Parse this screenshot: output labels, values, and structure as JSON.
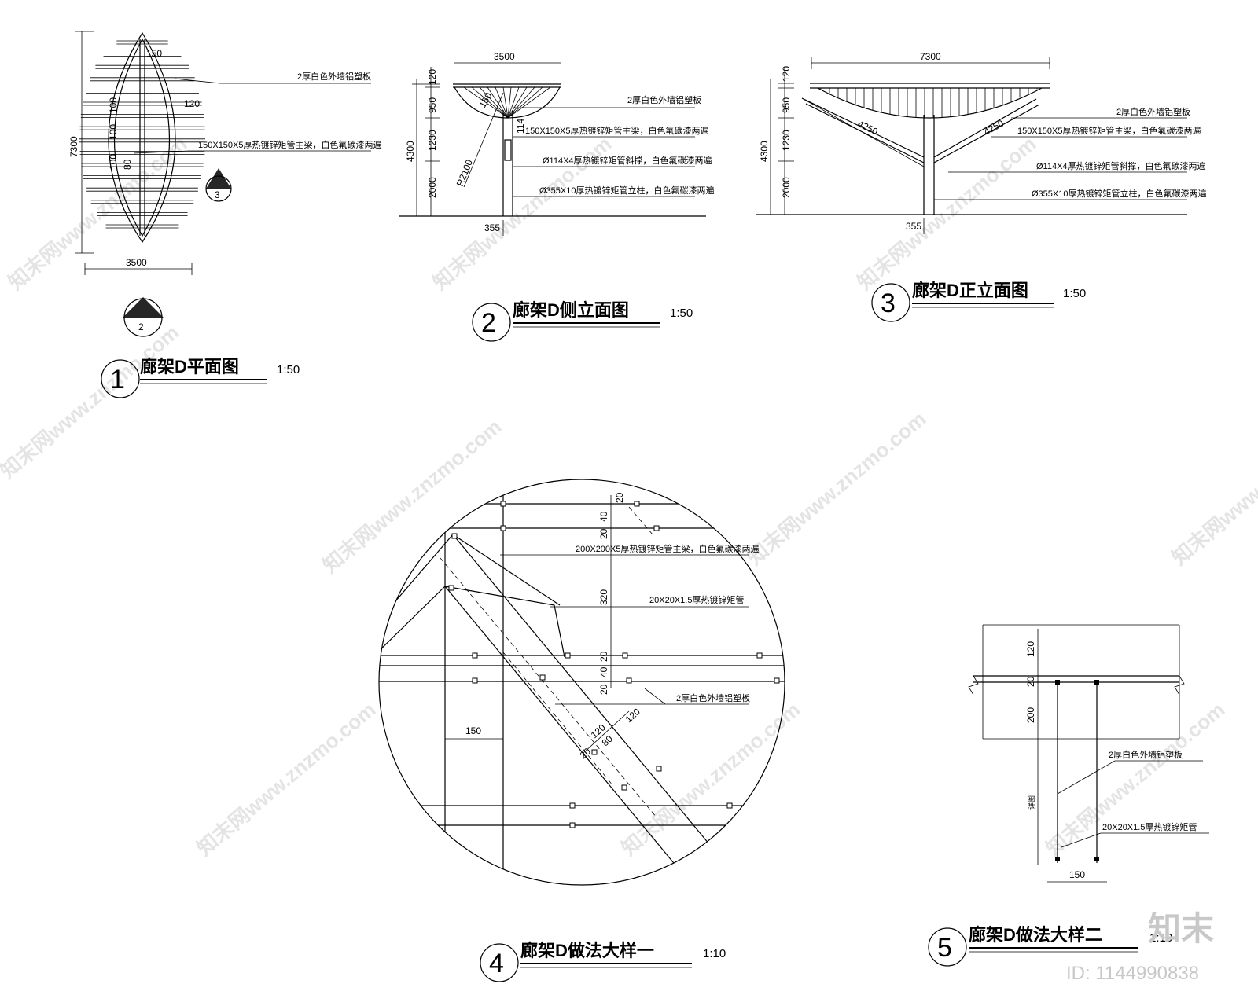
{
  "watermark": {
    "text": "知末网www.znzmo.com"
  },
  "brand": {
    "logo": "知末",
    "id_label": "ID: 1144990838"
  },
  "drawing1": {
    "number": "1",
    "title": "廊架D平面图",
    "scale": "1:50",
    "dims": {
      "height": "7300",
      "width": "3500",
      "d150": "150",
      "d120": "120",
      "d100a": "100",
      "d100b": "100",
      "d100c": "100",
      "d80": "80"
    },
    "notes": {
      "panel": "2厚白色外墙铝塑板",
      "beam": "150X150X5厚热镀锌矩管主梁，白色氟碳漆两遍"
    },
    "callouts": {
      "c2": "2",
      "c3": "3"
    }
  },
  "drawing2": {
    "number": "2",
    "title": "廊架D侧立面图",
    "scale": "1:50",
    "dims": {
      "width": "3500",
      "d120": "120",
      "d950": "950",
      "d1230": "1230",
      "d2000": "2000",
      "total": "4300",
      "col": "355",
      "radius": "R2100",
      "d150": "150",
      "d114": "114"
    },
    "notes": {
      "panel": "2厚白色外墙铝塑板",
      "beam": "150X150X5厚热镀锌矩管主梁，白色氟碳漆两遍",
      "brace": "Ø114X4厚热镀锌矩管斜撑，白色氟碳漆两遍",
      "column": "Ø355X10厚热镀锌矩管立柱，白色氟碳漆两遍"
    }
  },
  "drawing3": {
    "number": "3",
    "title": "廊架D正立面图",
    "scale": "1:50",
    "dims": {
      "width": "7300",
      "d120": "120",
      "d950": "950",
      "d1230": "1230",
      "d2000": "2000",
      "total": "4300",
      "col": "355",
      "braceL": "4250",
      "braceR": "4250"
    },
    "notes": {
      "panel": "2厚白色外墙铝塑板",
      "beam": "150X150X5厚热镀锌矩管主梁，白色氟碳漆两遍",
      "brace": "Ø114X4厚热镀锌矩管斜撑，白色氟碳漆两遍",
      "column": "Ø355X10厚热镀锌矩管立柱，白色氟碳漆两遍"
    }
  },
  "drawing4": {
    "number": "4",
    "title": "廊架D做法大样一",
    "scale": "1:10",
    "dims": {
      "d20a": "20",
      "d40a": "40",
      "d20b": "20",
      "d320": "320",
      "d20c": "20",
      "d40b": "40",
      "d20d": "20",
      "d150": "150",
      "d120a": "120",
      "d80": "80",
      "d120b": "120",
      "d20e": "20"
    },
    "notes": {
      "beam": "200X200X5厚热镀锌矩管主梁，白色氟碳漆两遍",
      "tube": "20X20X1.5厚热镀锌矩管",
      "panel": "2厚白色外墙铝塑板"
    }
  },
  "drawing5": {
    "number": "5",
    "title": "廊架D做法大样二",
    "scale": "1:10",
    "dims": {
      "d120": "120",
      "d20": "20",
      "d200": "200",
      "d150": "150",
      "side": "详图"
    },
    "notes": {
      "panel": "2厚白色外墙铝塑板",
      "tube": "20X20X1.5厚热镀锌矩管"
    }
  }
}
